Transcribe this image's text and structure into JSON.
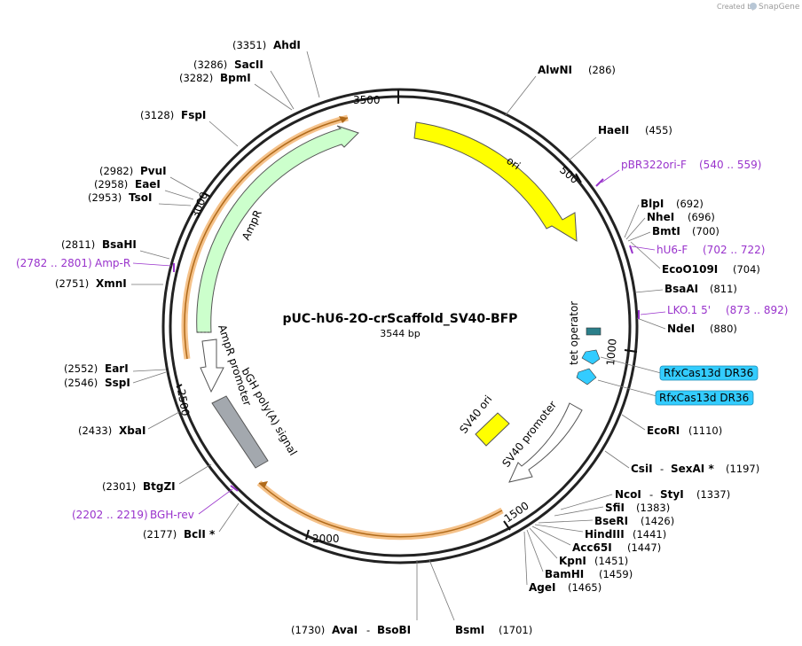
{
  "credit": {
    "created_by": "Created by",
    "brand": "SnapGene"
  },
  "plasmid": {
    "name": "pUC-hU6-2O-crScaffold_SV40-BFP",
    "size": "3544 bp"
  },
  "ticks": [
    "500",
    "1000",
    "1500",
    "2000",
    "2500",
    "3000",
    "3500"
  ],
  "features": {
    "ori": "ori",
    "ampr": "AmpR",
    "ampr_promoter": "AmpR promoter",
    "bgh": "bGH poly(A) signal",
    "sv40_ori": "SV40 ori",
    "sv40_promoter": "SV40 promoter",
    "tet_operator": "tet operator",
    "dr36_a": "RfxCas13d DR36",
    "dr36_b": "RfxCas13d DR36"
  },
  "sites": [
    {
      "pos": "(3351)",
      "name": "AhdI"
    },
    {
      "pos": "(3286)",
      "name": "SacII"
    },
    {
      "pos": "(3282)",
      "name": "BpmI"
    },
    {
      "pos": "(3128)",
      "name": "FspI"
    },
    {
      "pos": "(2982)",
      "name": "PvuI"
    },
    {
      "pos": "(2958)",
      "name": "EaeI"
    },
    {
      "pos": "(2953)",
      "name": "TsoI"
    },
    {
      "pos": "(2811)",
      "name": "BsaHI"
    },
    {
      "pos": "(2751)",
      "name": "XmnI"
    },
    {
      "pos": "(2552)",
      "name": "EarI"
    },
    {
      "pos": "(2546)",
      "name": "SspI"
    },
    {
      "pos": "(2433)",
      "name": "XbaI"
    },
    {
      "pos": "(2301)",
      "name": "BtgZI"
    },
    {
      "pos": "(2177)",
      "name": "BclI *"
    },
    {
      "pos": "(1730)",
      "name": "AvaI",
      "extra": "BsoBI"
    },
    {
      "name": "BsmI",
      "pos": "(1701)"
    },
    {
      "name": "AgeI",
      "pos": "(1465)"
    },
    {
      "name": "BamHI",
      "pos": "(1459)"
    },
    {
      "name": "KpnI",
      "pos": "(1451)"
    },
    {
      "name": "Acc65I",
      "pos": "(1447)"
    },
    {
      "name": "HindIII",
      "pos": "(1441)"
    },
    {
      "name": "BseRI",
      "pos": "(1426)"
    },
    {
      "name": "SfiI",
      "pos": "(1383)"
    },
    {
      "name": "NcoI",
      "extra": "StyI",
      "pos": "(1337)"
    },
    {
      "name": "CsiI",
      "extra": "SexAI *",
      "pos": "(1197)"
    },
    {
      "name": "EcoRI",
      "pos": "(1110)"
    },
    {
      "name": "NdeI",
      "pos": "(880)"
    },
    {
      "name": "BsaAI",
      "pos": "(811)"
    },
    {
      "name": "EcoO109I",
      "pos": "(704)"
    },
    {
      "name": "BmtI",
      "pos": "(700)"
    },
    {
      "name": "NheI",
      "pos": "(696)"
    },
    {
      "name": "BlpI",
      "pos": "(692)"
    },
    {
      "name": "HaeII",
      "pos": "(455)"
    },
    {
      "name": "AlwNI",
      "pos": "(286)"
    }
  ],
  "primers": [
    {
      "name": "pBR322ori-F",
      "range": "(540 .. 559)"
    },
    {
      "name": "hU6-F",
      "range": "(702 .. 722)"
    },
    {
      "name": "LKO.1 5'",
      "range": "(873 .. 892)"
    },
    {
      "name": "BGH-rev",
      "range": "(2202 .. 2219)"
    },
    {
      "range": "(2782 .. 2801)",
      "name": "Amp-R"
    }
  ],
  "colors": {
    "ori": "#ffff00",
    "ampr": "#ccffcc",
    "bgh": "#a3a8ae",
    "tet": "#2b7f8a",
    "dr36": "#33ccff",
    "primer": "#9933cc",
    "highlight": "#f5c28a"
  }
}
